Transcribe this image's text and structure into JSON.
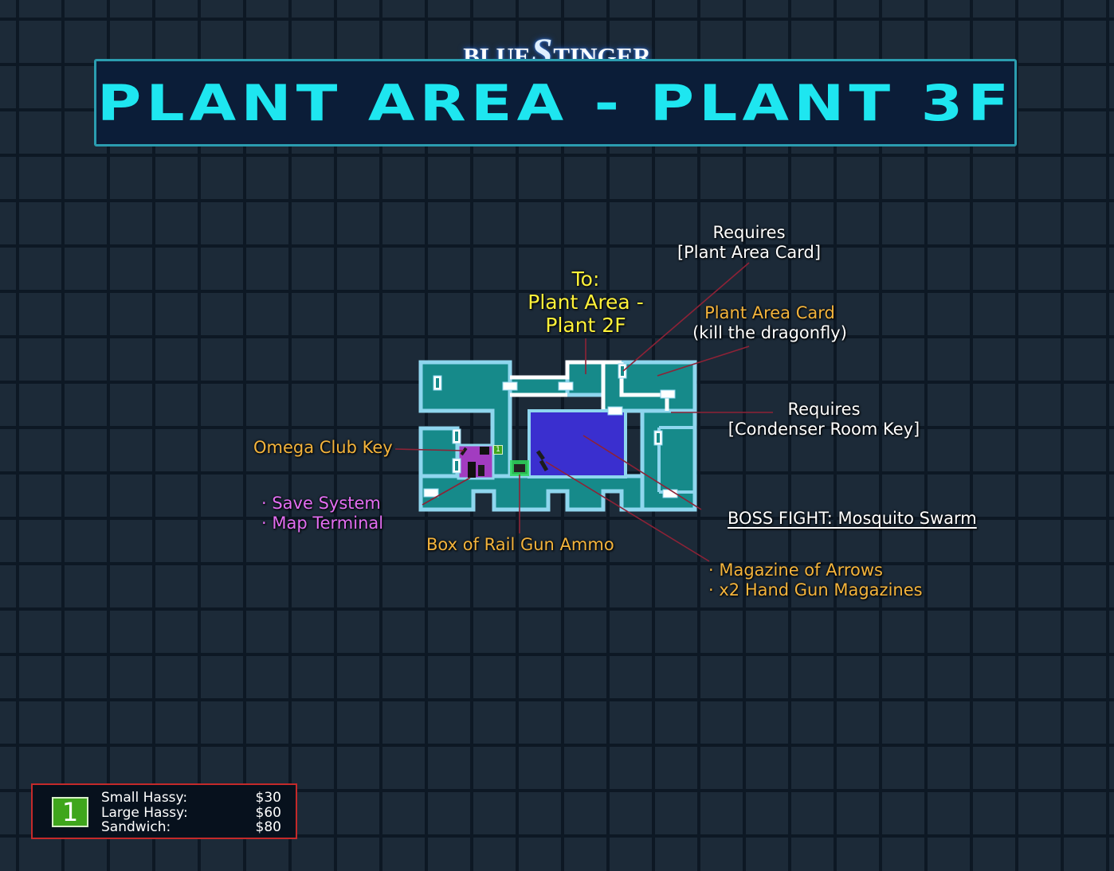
{
  "logo": {
    "part1": "BLUE",
    "part2": "S",
    "part3": "TINGER"
  },
  "title": "PLANT AREA - PLANT 3F",
  "colors": {
    "title_text": "#1ee6f0",
    "room_fill": "#168a8a",
    "room_border": "#8fd6ee",
    "boss_room": "#3a2fcf",
    "save_room": "#a23cc0",
    "label_white": "#ffffff",
    "label_orange": "#f4b43c",
    "label_pink": "#e36ef2",
    "label_yellow": "#fff23a",
    "leader_line": "#8e2236",
    "legend_border": "#c42a2a",
    "legend_badge": "#3fa61c"
  },
  "labels": {
    "to_line1": "To:",
    "to_line2": "Plant Area -",
    "to_line3": "Plant 2F",
    "req_card_line1": "Requires",
    "req_card_line2": "[Plant Area Card]",
    "card_line1": "Plant Area Card",
    "card_line2": "(kill the dragonfly)",
    "req_key_line1": "Requires",
    "req_key_line2": "[Condenser Room Key]",
    "omega": "Omega Club Key",
    "save": "· Save System",
    "mapterm": "· Map Terminal",
    "boss": "BOSS FIGHT: Mosquito Swarm",
    "railgun": "Box of Rail Gun Ammo",
    "arrows": "· Magazine of Arrows",
    "handgun": "· x2 Hand Gun Magazines"
  },
  "shop_marker": "1",
  "legend": {
    "number": "1",
    "items": [
      {
        "name": "Small Hassy:",
        "price": "$30"
      },
      {
        "name": "Large Hassy:",
        "price": "$60"
      },
      {
        "name": "Sandwich:",
        "price": "$80"
      }
    ]
  },
  "icons": [
    "door-icon",
    "item-icon",
    "save-point-icon",
    "map-terminal-icon",
    "shop-marker-icon"
  ]
}
